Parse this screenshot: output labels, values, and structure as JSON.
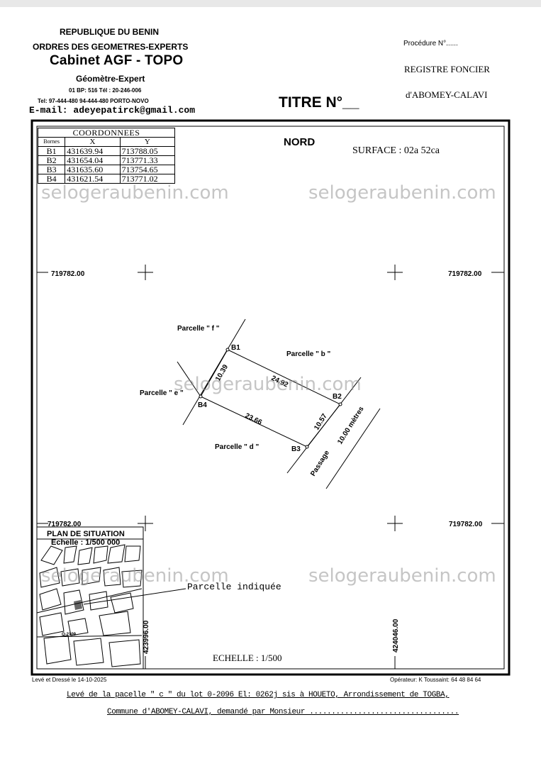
{
  "header_left": {
    "line1": "REPUBLIQUE DU BENIN",
    "line2": "ORDRES DES GEOMETRES-EXPERTS",
    "cabinet": "Cabinet  AGF - TOPO",
    "role": "Géomètre-Expert",
    "bp": "01 BP: 516 Tél : 20-246-006",
    "tel": "Tel: 97-444-480 94-444-480 PORTO-NOVO",
    "email": "E-mail: adeyepatirck@gmail.com"
  },
  "header_right": {
    "procedure": "Procédure N°......",
    "registre": "REGISTRE FONCIER",
    "commune": "d'ABOMEY-CALAVI"
  },
  "titre": "TITRE N°__",
  "coordinates": {
    "title": "COORDONNEES",
    "col_bornes": "Bornes",
    "col_x": "X",
    "col_y": "Y",
    "rows": [
      {
        "b": "B1",
        "x": "431639.94",
        "y": "713788.05"
      },
      {
        "b": "B2",
        "x": "431654.04",
        "y": "713771.33"
      },
      {
        "b": "B3",
        "x": "431635.60",
        "y": "713754.65"
      },
      {
        "b": "B4",
        "x": "431621.54",
        "y": "713771.02"
      }
    ]
  },
  "plan": {
    "nord": "NORD",
    "surface": "SURFACE : 02a 52ca",
    "grid_top": "719782.00",
    "grid_bottom": "719782.00",
    "grid_x_left": "423996.00",
    "grid_x_right": "424046.00",
    "echelle": "ECHELLE : 1/500",
    "parcels": {
      "f": "Parcelle \" f \"",
      "b": "Parcelle \" b \"",
      "e": "Parcelle \" e \"",
      "d": "Parcelle \" d \""
    },
    "bornes": [
      "B1",
      "B2",
      "B3",
      "B4"
    ],
    "dims": {
      "b1b2": "24.92",
      "b1b4": "10.39",
      "b4b3": "23.66",
      "b2b3": "10.57"
    },
    "passage": "Passage",
    "passage_width": "10.00 mètres",
    "situation_title": "PLAN DE SITUATION",
    "situation_scale": "Echelle : 1/500 000",
    "parcelle_indiquee": "Parcelle indiquée",
    "situation_road": "O-2109"
  },
  "footer": {
    "leve": "Levé et Dressé   le  14-10-2025",
    "operateur": "Opérateur: K Toussaint: 64 48 84 64",
    "desc1": "Levé de la pacelle \" c \" du lot 0-2096 El: 0262j sis à HOUETO, Arrondissement de TOGBA,",
    "desc2": "Commune d'ABOMEY-CALAVI, demandé par Monsieur .................................."
  },
  "watermark": "selogeraubenin.com"
}
